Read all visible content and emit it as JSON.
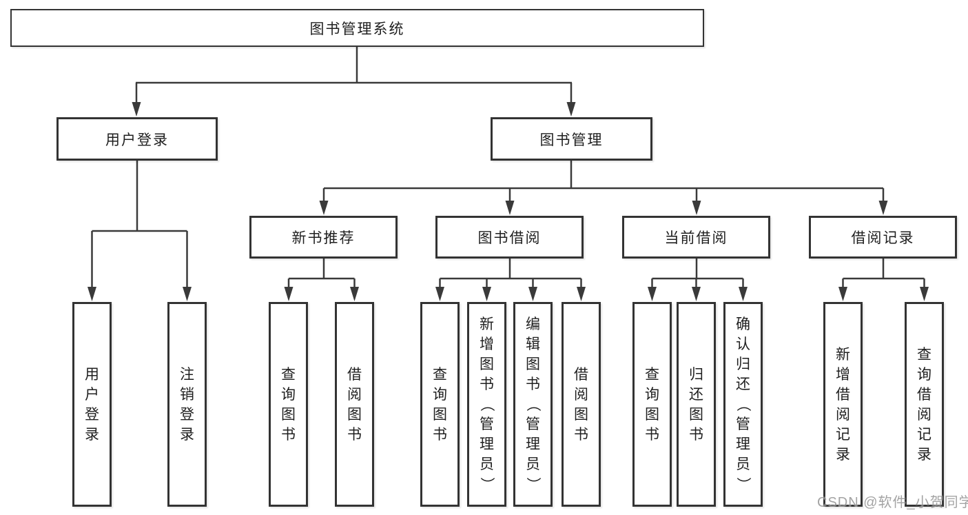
{
  "diagram": {
    "root": {
      "label": "图书管理系统"
    },
    "level2": [
      {
        "label": "用户登录"
      },
      {
        "label": "图书管理"
      }
    ],
    "level3": [
      {
        "label": "新书推荐"
      },
      {
        "label": "图书借阅"
      },
      {
        "label": "当前借阅"
      },
      {
        "label": "借阅记录"
      }
    ],
    "leaves": {
      "user_login": [
        {
          "label": "用户登录"
        },
        {
          "label": "注销登录"
        }
      ],
      "new_books": [
        {
          "label": "查询图书"
        },
        {
          "label": "借阅图书"
        }
      ],
      "book_borrow": [
        {
          "label": "查询图书"
        },
        {
          "label": "新增图书（管理员）"
        },
        {
          "label": "编辑图书（管理员）"
        },
        {
          "label": "借阅图书"
        }
      ],
      "current_borrow": [
        {
          "label": "查询图书"
        },
        {
          "label": "归还图书"
        },
        {
          "label": "确认归还（管理员）"
        }
      ],
      "borrow_records": [
        {
          "label": "新增借阅记录"
        },
        {
          "label": "查询借阅记录"
        }
      ]
    },
    "watermark": "CSDN @软件_小贺同学",
    "colors": {
      "line": "#3a3a3a",
      "box_border": "#333333",
      "text": "#1f1f1f",
      "background": "#ffffff",
      "watermark": "#9b9b9b"
    }
  }
}
